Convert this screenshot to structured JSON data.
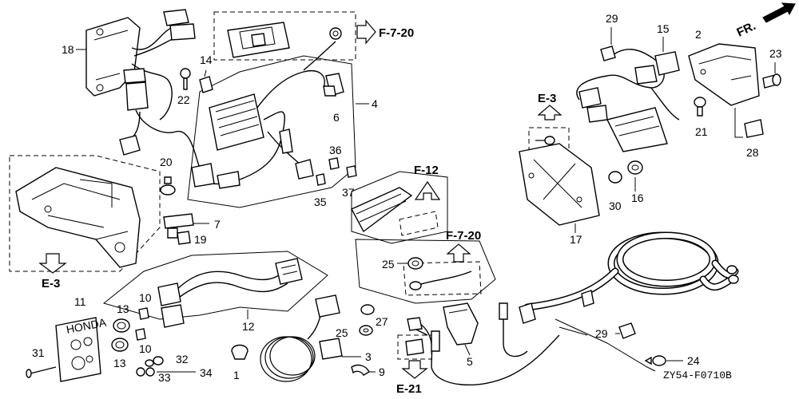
{
  "diagram": {
    "drawing_code": "ZY54-F0710B",
    "orientation_label": "FR.",
    "panel_brand": "HONDA",
    "part_numbers": [
      "1",
      "2",
      "3",
      "4",
      "5",
      "6",
      "7",
      "9",
      "10",
      "10",
      "11",
      "12",
      "13",
      "13",
      "14",
      "15",
      "16",
      "17",
      "18",
      "19",
      "20",
      "21",
      "22",
      "23",
      "24",
      "25",
      "25",
      "27",
      "28",
      "29",
      "29",
      "30",
      "31",
      "32",
      "33",
      "34",
      "35",
      "36",
      "37"
    ],
    "references": {
      "f720_top": "F-7-20",
      "f720_mid": "F-7-20",
      "f12": "F-12",
      "e3_left": "E-3",
      "e3_right": "E-3",
      "e21": "E-21"
    }
  }
}
